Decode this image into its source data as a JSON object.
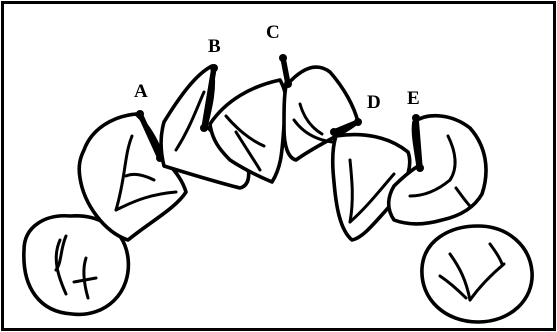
{
  "figure": {
    "contact_labels": [
      "A",
      "B",
      "C",
      "D",
      "E"
    ]
  }
}
